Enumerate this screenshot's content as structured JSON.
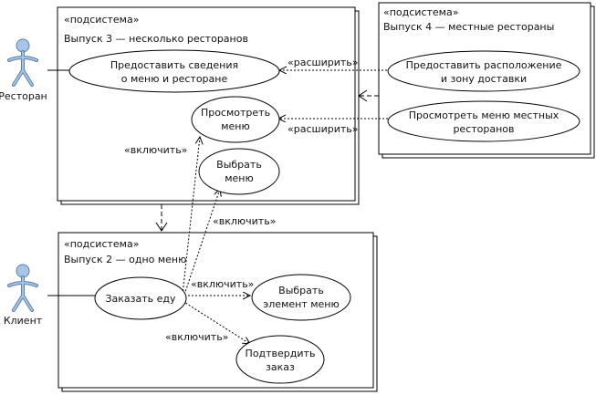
{
  "subsystems": {
    "release3": {
      "stereotype": "«подсистема»",
      "title": "Выпуск 3 — несколько ресторанов"
    },
    "release4": {
      "stereotype": "«подсистема»",
      "title": "Выпуск 4 — местные рестораны"
    },
    "release2": {
      "stereotype": "«подсистема»",
      "title": "Выпуск 2 — одно меню"
    }
  },
  "actors": {
    "restaurant": {
      "label": "Ресторан"
    },
    "client": {
      "label": "Клиент"
    }
  },
  "use_cases": {
    "provide_menu_info": {
      "line1": "Предоставить сведения",
      "line2": "о меню и ресторане"
    },
    "view_menu": {
      "line1": "Просмотреть",
      "line2": "меню"
    },
    "choose_menu": {
      "line1": "Выбрать",
      "line2": "меню"
    },
    "provide_location": {
      "line1": "Предоставить расположение",
      "line2": "и зону доставки"
    },
    "view_local_menu": {
      "line1": "Просмотреть меню местных",
      "line2": "ресторанов"
    },
    "order_food": {
      "label": "Заказать еду"
    },
    "choose_item": {
      "line1": "Выбрать",
      "line2": "элемент меню"
    },
    "confirm_order": {
      "line1": "Подтвердить",
      "line2": "заказ"
    }
  },
  "relations": {
    "extend_top": "«расширить»",
    "extend_bottom": "«расширить»",
    "include_view": "«включить»",
    "include_choose_menu": "«включить»",
    "include_item": "«включить»",
    "include_confirm": "«включить»"
  },
  "colors": {
    "actor_fill": "#a8c4e6",
    "actor_stroke": "#5b7fb0",
    "line": "#000000"
  }
}
